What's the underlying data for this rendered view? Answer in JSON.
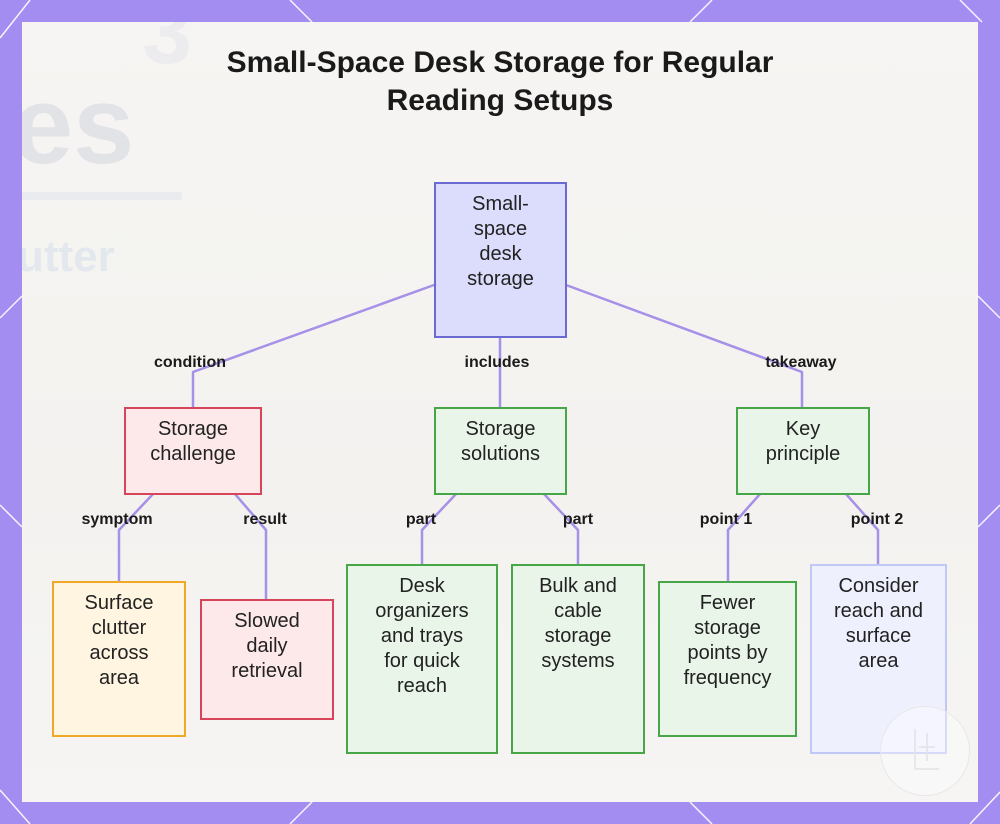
{
  "title_lines": [
    "Small-Space Desk Storage for Regular",
    "Reading Setups"
  ],
  "colors": {
    "frame": "#a48df0",
    "edge": "#a690e8",
    "root_fill": "#dcdcfc",
    "root_border": "#6a6ad0",
    "challenge_fill": "#fde8ea",
    "challenge_border": "#d6455a",
    "solution_fill": "#e8f5e8",
    "solution_border": "#47a647",
    "symptom_fill": "#fff5e0",
    "symptom_border": "#f0a828",
    "point_fill": "#eef0fe",
    "point_border": "#c2c8f4"
  },
  "nodes": {
    "root": [
      "Small-",
      "space",
      "desk",
      "storage"
    ],
    "challenge": [
      "Storage",
      "challenge"
    ],
    "solutions": [
      "Storage",
      "solutions"
    ],
    "principle": [
      "Key",
      "principle"
    ],
    "surface": [
      "Surface",
      "clutter",
      "across",
      "area"
    ],
    "slowed": [
      "Slowed",
      "daily",
      "retrieval"
    ],
    "organizers": [
      "Desk",
      "organizers",
      "and trays",
      "for quick",
      "reach"
    ],
    "bulk": [
      "Bulk and",
      "cable",
      "storage",
      "systems"
    ],
    "fewer": [
      "Fewer",
      "storage",
      "points by",
      "frequency"
    ],
    "consider": [
      "Consider",
      "reach and",
      "surface",
      "area"
    ]
  },
  "edge_labels": {
    "condition": "condition",
    "includes": "includes",
    "takeaway": "takeaway",
    "symptom": "symptom",
    "result": "result",
    "part1": "part",
    "part2": "part",
    "point1": "point 1",
    "point2": "point 2"
  }
}
